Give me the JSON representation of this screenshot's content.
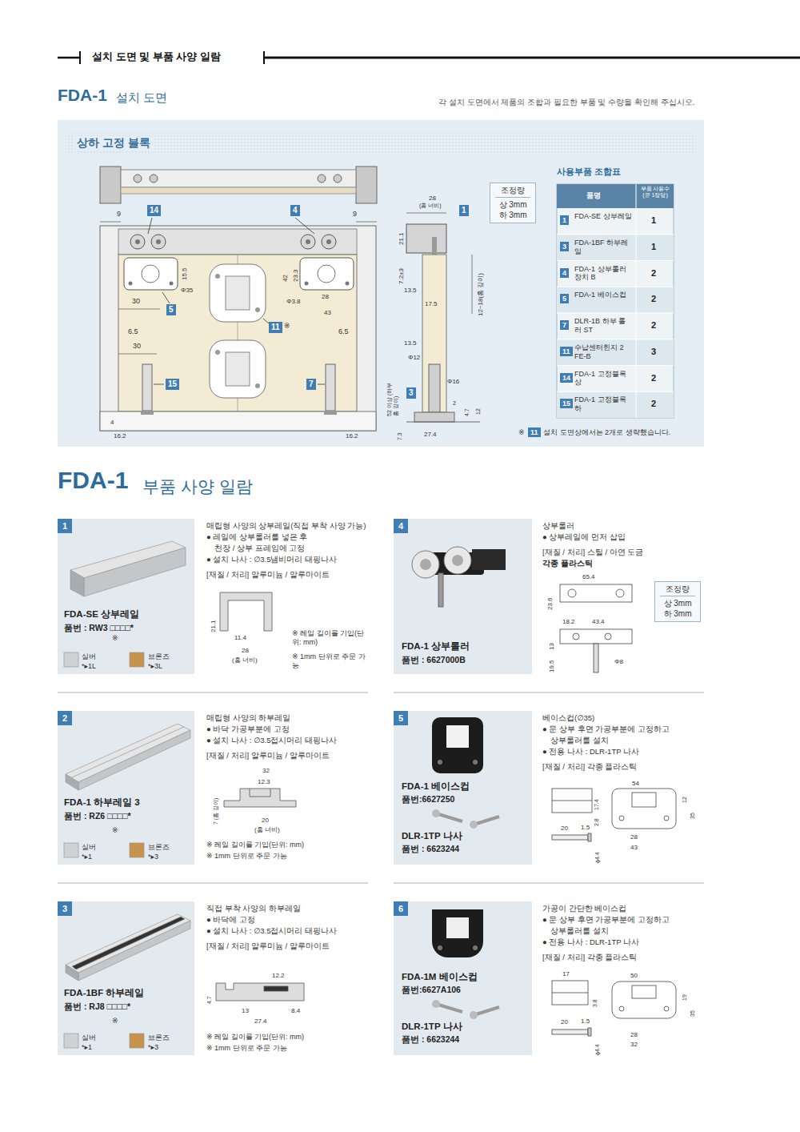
{
  "diagram": {
    "title": "설치 도면 및 부품 사양 일람",
    "nodes": [
      {
        "text": [
          "상하 고정 블록"
        ]
      },
      {
        "text": [
          "조정량",
          "상 3mm 하 3mm"
        ],
        "in": 0
      },
      {
        "text": [
          "사용부품 조합표"
        ],
        "in": 0
      },
      {
        "text": [
          "FDA-SE 상부레일",
          "품번 : RW3 □□□□*"
        ]
      },
      {
        "text": [
          "1"
        ],
        "in": 3
      },
      {
        "text": [
          "FDA-1 상부롤러",
          "품번 : 6627000B"
        ]
      },
      {
        "text": [
          "4"
        ],
        "in": 5
      },
      {
        "text": [
          "FDA-1 하부레일 3",
          "품번 : RZ6 □□□□*"
        ]
      },
      {
        "text": [
          "2"
        ],
        "in": 7
      },
      {
        "text": [
          "FDA-1 베이스컵",
          "품번:6627250",
          "DLR-1TP 나사",
          "품번 : 6623244"
        ]
      },
      {
        "text": [
          "5"
        ],
        "in": 9
      },
      {
        "text": [
          "FDA-1BF 하부레일",
          "품번 : RJ8 □□□□*"
        ]
      },
      {
        "text": [
          "3"
        ],
        "in": 11
      },
      {
        "text": [
          "FDA-1M 베이스컵",
          "품번:6627A106",
          "DLR-1TP 나사",
          "품번 : 6623244"
        ]
      },
      {
        "text": [
          "6"
        ],
        "in": 13
      },
      {
        "text": [
          "조정량",
          "상 3mm 하 3mm"
        ]
      }
    ],
    "labels": [
      "FDA-1",
      "설치 도면",
      "각 설치 도면에서 제품의 조합과 필요한 부품 및 수량을 확인해 주십시오.",
      "9",
      "14",
      "4",
      "9",
      "15.5",
      "Φ35",
      "30",
      "5",
      "42",
      "23.3",
      "Φ3.8",
      "28",
      "43",
      "11",
      "※",
      "6.5",
      "6.5",
      "30",
      "15",
      "7",
      "4",
      "16.2",
      "16.2",
      "28",
      "(홈 너비)",
      "1",
      "21.1",
      "7.2±3",
      "12~18(홈 깊이)",
      "13.5",
      "17.5",
      "13.5",
      "Φ12",
      "Φ16",
      "52 이상 (하부 홈 깊이)",
      "3",
      "2",
      "4.7",
      "12",
      "7.3",
      "27.4",
      "품명",
      "부품 사용수 (문 1장당)",
      "1",
      "FDA-SE 상부레일",
      "1",
      "3",
      "FDA-1BF 하부레일",
      "1",
      "4",
      "FDA-1 상부롤러 장치 B",
      "2",
      "5",
      "FDA-1 베이스컵",
      "2",
      "7",
      "DLR-1B 하부 롤러 ST",
      "2",
      "11",
      "수납센터힌지 2 FE-B",
      "3",
      "14",
      "FDA-1 고정블록 상",
      "2",
      "15",
      "FDA-1 고정블록 하",
      "2",
      "※",
      "11",
      "설치 도면상에서는 2개로 생략했습니다.",
      "FDA-1",
      "부품 사양 일람",
      "※",
      "실버",
      "*▸1L",
      "브론즈",
      "*▸3L",
      "매립형 사양의 상부레일(직접 부착 사양 가능)",
      "● 레일에 상부롤러를 넣은 후",
      "천장 / 상부 프레임에 고정",
      "● 설치 나사 : ∅3.5냄비머리 태핑나사",
      "[재질 / 처리] 알루미늄 / 알루마이트",
      "21.1",
      "11.4",
      "28",
      "(홈 너비)",
      "※ 레일 길이를 기입(단위: mm)",
      "※ 1mm 단위로 주문 가능",
      "상부롤러",
      "● 상부레일에 먼저 삽입",
      "[재질 / 처리] 스틸 / 아연 도금",
      "각종 플라스틱",
      "65.4",
      "23.6",
      "18.2",
      "43.4",
      "13",
      "19.5",
      "Φ8",
      "※",
      "실버",
      "*▸1",
      "브론즈",
      "*▸3",
      "매립형 사양의 하부레일",
      "● 바닥 가공부분에 고정",
      "● 설치 나사 : ∅3.5접시머리 태핑나사",
      "[재질 / 처리] 알루미늄 / 알루마이트",
      "32",
      "12.3",
      "7 (홈 깊이)",
      "20",
      "(홈 너비)",
      "※ 레일 길이를 기입(단위: mm)",
      "※ 1mm 단위로 주문 가능",
      "베이스컵(∅35)",
      "● 문 상부 후면 가공부분에 고정하고",
      "상부롤러를 설치",
      "● 전용 나사 : DLR-1TP 나사",
      "[재질 / 처리] 각종 플라스틱",
      "54",
      "17.4",
      "2.8",
      "12",
      "35",
      "20",
      "1.5",
      "28",
      "43",
      "ϕ4.4",
      "※",
      "실버",
      "*▸1",
      "브론즈",
      "*▸3",
      "직접 부착 사양의 하부레일",
      "● 바닥에 고정",
      "● 설치 나사 : ∅3.5접시머리 태핑나사",
      "[재질 / 처리] 알루미늄 / 알루마이트",
      "12.2",
      "4.7",
      "13",
      "8.4",
      "27.4",
      "※ 레일 길이를 기입(단위: mm)",
      "※ 1mm 단위로 주문 가능",
      "가공이 간단한 베이스컵",
      "● 문 상부 후면 가공부분에 고정하고",
      "상부롤러를 설치",
      "● 전용 나사 : DLR-1TP 나사",
      "[재질 / 처리] 각종 플라스틱",
      "17",
      "50",
      "3.8",
      "19",
      "35",
      "20",
      "1.5",
      "28",
      "32",
      "ϕ4.4"
    ]
  }
}
